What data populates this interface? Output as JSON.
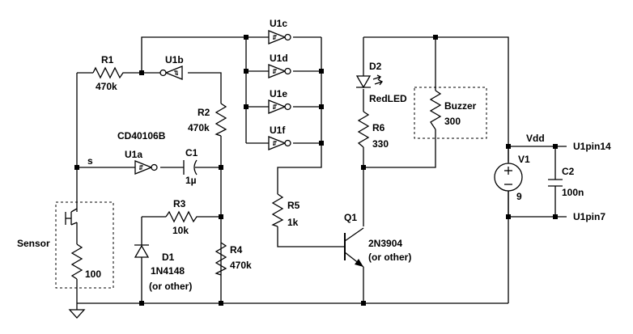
{
  "labels": {
    "r1_name": "R1",
    "r1_val": "470k",
    "u1b": "U1b",
    "u1c": "U1c",
    "u1d": "U1d",
    "u1e": "U1e",
    "u1f": "U1f",
    "r2_name": "R2",
    "r2_val": "470k",
    "ic": "CD40106B",
    "u1a": "U1a",
    "c1_name": "C1",
    "c1_val": "1µ",
    "node_s": "s",
    "r3_name": "R3",
    "r3_val": "10k",
    "r4_name": "R4",
    "r4_val": "470k",
    "d1_name": "D1",
    "d1_val": "1N4148",
    "d1_note": "(or other)",
    "sensor": "Sensor",
    "sensor_val": "100",
    "d2_name": "D2",
    "d2_val": "RedLED",
    "r6_name": "R6",
    "r6_val": "330",
    "buzzer": "Buzzer",
    "buzzer_val": "300",
    "r5_name": "R5",
    "r5_val": "1k",
    "q1_name": "Q1",
    "q1_val": "2N3904",
    "q1_note": "(or other)",
    "vdd": "Vdd",
    "pin14": "U1pin14",
    "pin7": "U1pin7",
    "v1_name": "V1",
    "v1_val": "9",
    "c2_name": "C2",
    "c2_val": "100n"
  }
}
